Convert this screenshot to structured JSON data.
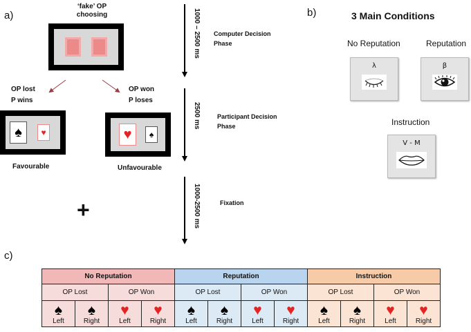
{
  "panel_a": {
    "label": "a)",
    "top_title_line1": "‘fake’ OP",
    "top_title_line2": "choosing",
    "left_branch_line1": "OP lost",
    "left_branch_line2": "P wins",
    "right_branch_line1": "OP won",
    "right_branch_line2": "P loses",
    "favourable": "Favourable",
    "unfavourable": "Unfavourable",
    "fixation_cross": "+",
    "timeline": [
      {
        "duration": "1000 – 2500 ms",
        "phase_line1": "Computer Decision",
        "phase_line2": "Phase"
      },
      {
        "duration": "2500 ms",
        "phase_line1": "Participant Decision",
        "phase_line2": "Phase"
      },
      {
        "duration": "1000-2500 ms",
        "phase_line1": "Fixation",
        "phase_line2": ""
      }
    ]
  },
  "panel_b": {
    "label": "b)",
    "title": "3 Main Conditions",
    "no_reputation": {
      "label": "No Reputation",
      "symbol": "λ"
    },
    "reputation": {
      "label": "Reputation",
      "symbol": "β"
    },
    "instruction": {
      "label": "Instruction",
      "symbol": "V - M"
    }
  },
  "panel_c": {
    "label": "c)",
    "colors": {
      "no_reputation": "#f2b8b8",
      "reputation": "#b8d4ee",
      "instruction": "#f7cba8",
      "no_reputation_light": "#f7dcdc",
      "reputation_light": "#dceaf6",
      "instruction_light": "#fbe4d3",
      "heart": "#e32424"
    },
    "groups": [
      "No Reputation",
      "Reputation",
      "Instruction"
    ],
    "outcomes": [
      "OP Lost",
      "OP Won",
      "OP Lost",
      "OP Won",
      "OP Lost",
      "OP Won"
    ],
    "cells": [
      {
        "suit": "♠",
        "color": "black",
        "side": "Left"
      },
      {
        "suit": "♠",
        "color": "black",
        "side": "Right"
      },
      {
        "suit": "♥",
        "color": "red",
        "side": "Left"
      },
      {
        "suit": "♥",
        "color": "red",
        "side": "Right"
      },
      {
        "suit": "♠",
        "color": "black",
        "side": "Left"
      },
      {
        "suit": "♠",
        "color": "black",
        "side": "Right"
      },
      {
        "suit": "♥",
        "color": "red",
        "side": "Left"
      },
      {
        "suit": "♥",
        "color": "red",
        "side": "Right"
      },
      {
        "suit": "♠",
        "color": "black",
        "side": "Left"
      },
      {
        "suit": "♠",
        "color": "black",
        "side": "Right"
      },
      {
        "suit": "♥",
        "color": "red",
        "side": "Left"
      },
      {
        "suit": "♥",
        "color": "red",
        "side": "Right"
      }
    ]
  },
  "cards": {
    "spade": "♠",
    "heart": "♥"
  }
}
